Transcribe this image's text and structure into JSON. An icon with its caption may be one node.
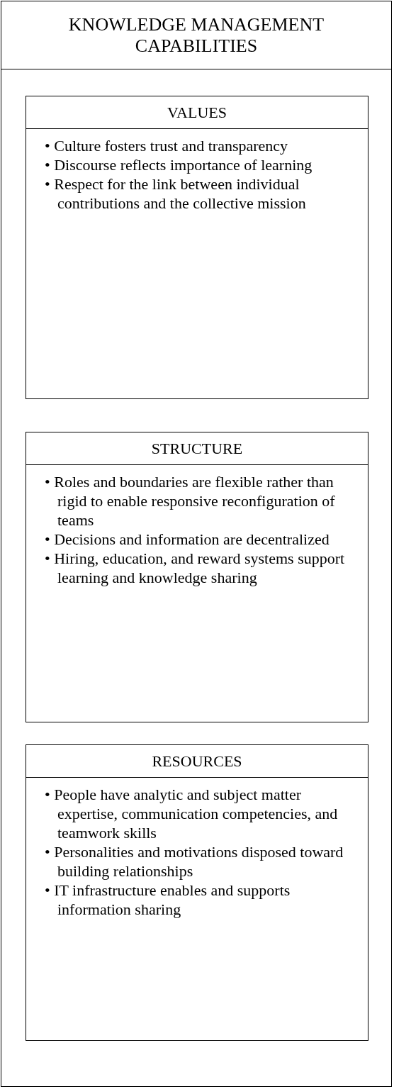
{
  "diagram": {
    "nodes": [
      {
        "text": [
          "KNOWLEDGE MANAGEMENT CAPABILITIES"
        ]
      },
      {
        "text": [
          "VALUES",
          "• Culture fosters trust and transparency",
          "• Discourse reflects importance of learning",
          "• Respect for the link between individual contributions and the collective mission"
        ],
        "in": 0
      },
      {
        "text": [
          "STRUCTURE",
          "• Roles and boundaries are flexible rather than rigid to enable responsive reconfiguration of teams",
          "• Decisions and information are decentralized",
          "• Hiring, education, and reward systems support learning and knowledge sharing"
        ],
        "in": 0
      },
      {
        "text": [
          "RESOURCES",
          "• People have analytic and subject matter expertise, communication competencies, and teamwork skills",
          "• Personalities and motivations disposed toward building relationships",
          "• IT infrastructure enables and supports information sharing"
        ],
        "in": 0
      }
    ],
    "edges": []
  }
}
